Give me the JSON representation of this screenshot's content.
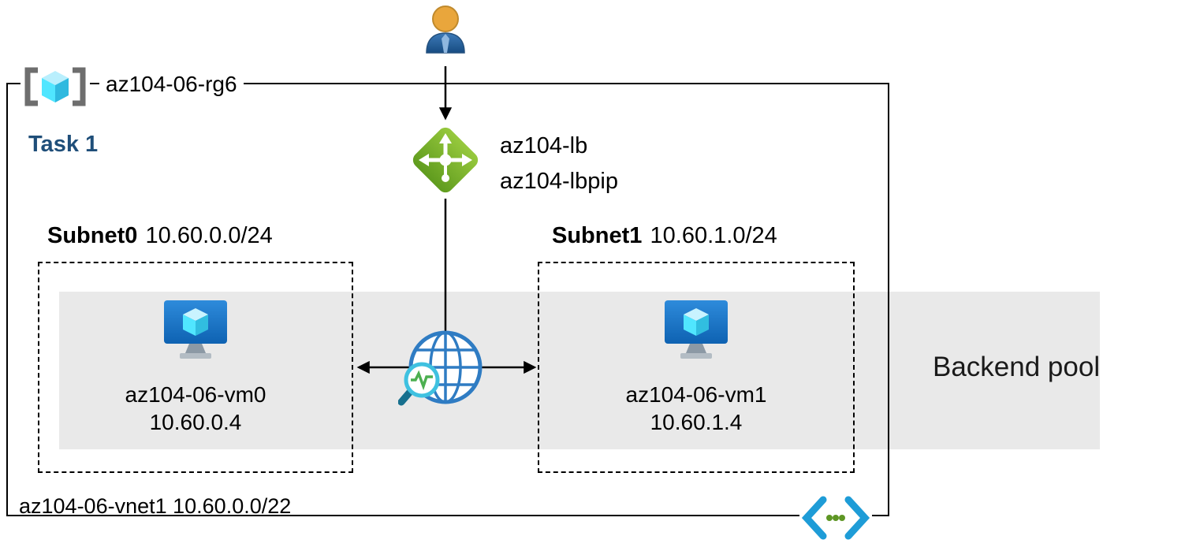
{
  "resource_group": {
    "name": "az104-06-rg6",
    "task": "Task 1"
  },
  "load_balancer": {
    "name": "az104-lb",
    "public_ip": "az104-lbpip"
  },
  "vnet": {
    "label": "az104-06-vnet1 10.60.0.0/22"
  },
  "subnets": [
    {
      "name": "Subnet0",
      "cidr": "10.60.0.0/24",
      "vm_name": "az104-06-vm0",
      "vm_ip": "10.60.0.4"
    },
    {
      "name": "Subnet1",
      "cidr": "10.60.1.0/24",
      "vm_name": "az104-06-vm1",
      "vm_ip": "10.60.1.4"
    }
  ],
  "backend_pool": {
    "label": "Backend pool"
  },
  "icons": {
    "user": "user-icon",
    "load_balancer": "load-balancer-icon",
    "resource_group": "resource-group-icon",
    "virtual_machine": "virtual-machine-icon",
    "health_probe": "globe-health-probe-icon",
    "virtual_network": "virtual-network-icon"
  },
  "colors": {
    "task_text": "#1f4e79",
    "lb_green_light": "#97c93d",
    "lb_green_dark": "#5f9b1e",
    "vm_blue_light": "#2e8bdb",
    "vm_blue_dark": "#0e62b2",
    "cube_cyan": "#50e6ff",
    "band_gray": "#e9e9e9",
    "globe_blue": "#2f7cc3",
    "magnifier_cyan": "#3fc1e0",
    "probe_green": "#4caf50",
    "vnet_icon_blue": "#1e9cd7",
    "dot_green": "#5e9624",
    "line_black": "#000000"
  }
}
